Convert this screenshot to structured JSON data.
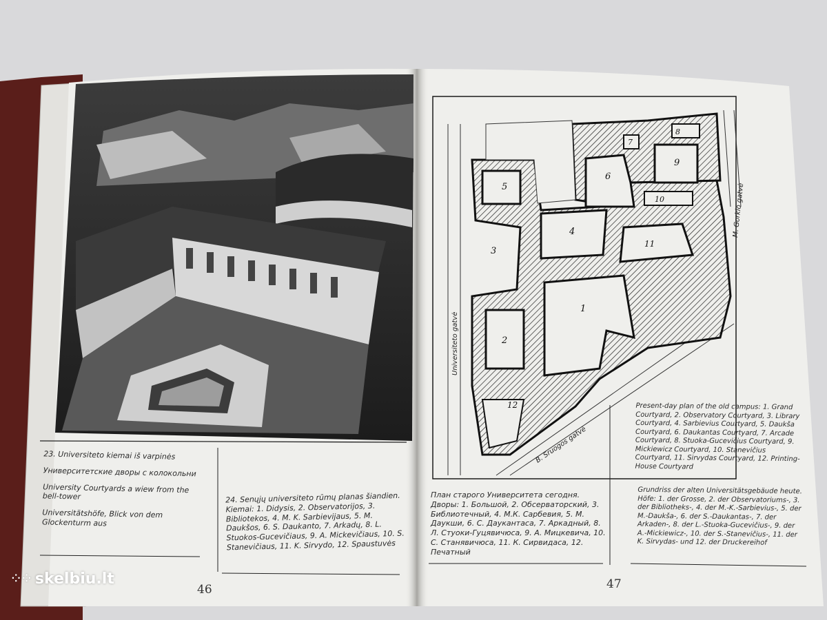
{
  "left_page": {
    "caption_23": [
      "23. Universiteto kiemai iš varpinės",
      "Университетские дворы с колокольни",
      "University Courtyards a wiew from the bell-tower",
      "Universitätshöfe, Blick von dem Glockenturm aus"
    ],
    "caption_24_lt": "24. Senųjų universiteto rūmų planas šiandien. Kiemai: 1. Didysis, 2. Observatorijos, 3. Bibliotekos, 4. M. K. Sarbievijaus, 5. M. Daukšos, 6. S. Daukanto, 7. Arkadų, 8. L. Stuokos-Gucevičiaus, 9. A. Mickevičiaus, 10. S. Stanevičiaus, 11. K. Sirvydo, 12. Spaustuvės",
    "page_number": "46"
  },
  "right_page": {
    "plan_labels": [
      "1",
      "2",
      "3",
      "4",
      "5",
      "6",
      "7",
      "8",
      "9",
      "10",
      "11",
      "12"
    ],
    "streets": [
      "Universiteto gatvė",
      "M. Gorkio gatvė",
      "B. Sruogos gatvė"
    ],
    "caption_ru": "План старого Университета сегодня. Дворы: 1. Большой, 2. Обсерваторский, 3. Библиотечный, 4. М.К. Сарбевия, 5. М. Даукши, 6. С. Даукантаса, 7. Аркадный, 8. Л. Стуоки-Гуцявичюса, 9. А. Мицкевича, 10. С. Станявичюса, 11. К. Сирвидаса, 12. Печатный",
    "caption_en": "Present-day plan of the old campus: 1. Grand Courtyard, 2. Observatory Courtyard, 3. Library Courtyard, 4. Sarbievius Courtyard, 5. Daukša Courtyard, 6. Daukantas Courtyard, 7. Arcade Courtyard, 8. Stuoka-Gucevičius Courtyard, 9. Mickiewicz Courtyard, 10. Stanevičius Courtyard, 11. Sirvydas Courtyard, 12. Printing-House Courtyard",
    "caption_de": "Grundriss der alten Universitätsgebäude heute. Höfe: 1. der Grosse, 2. der Observatoriums-, 3. der Bibliotheks-, 4. der M.-K.-Sarbievius-, 5. der M.-Daukša-, 6. der S.-Daukantas-, 7. der Arkaden-, 8. der L.-Stuoka-Gucevičius-, 9. der A.-Mickiewicz-, 10. der S.-Stanevičius-, 11. der K. Sirvydas- und 12. der Druckereihof",
    "page_number": "47"
  },
  "watermark": "skelbiu.lt",
  "colors": {
    "paper": "#efefec",
    "cover": "#5a1e1a",
    "ink": "#1a1a1a",
    "background": "#d9d9db"
  }
}
